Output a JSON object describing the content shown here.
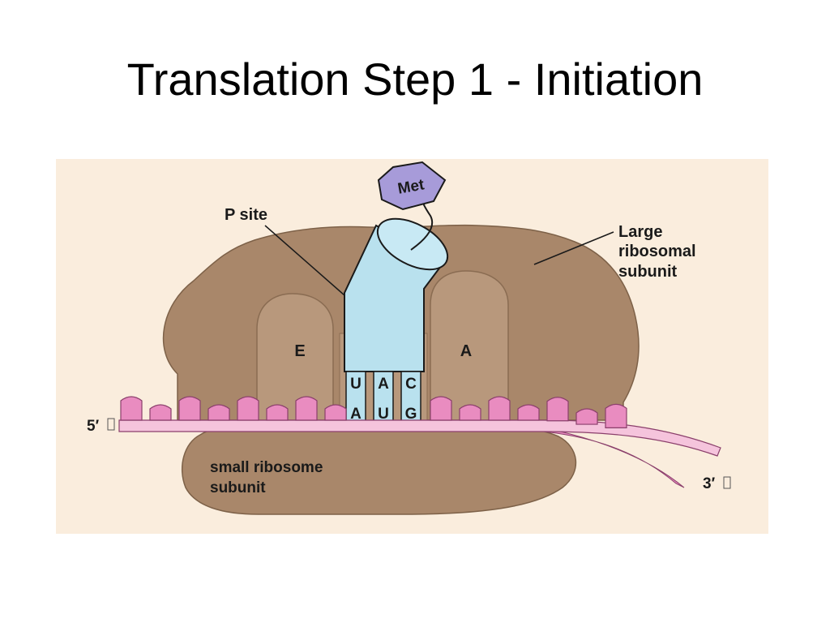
{
  "title": "Translation Step 1 - Initiation",
  "diagram": {
    "labels": {
      "met": "Met",
      "p_site": "P site",
      "large_subunit": [
        "Large",
        "ribosomal",
        "subunit"
      ],
      "small_subunit": [
        "small ribosome",
        "subunit"
      ],
      "e_site": "E",
      "a_site": "A",
      "five_prime": "5′",
      "three_prime": "3′"
    },
    "anticodon": [
      "U",
      "A",
      "C"
    ],
    "codon": [
      "A",
      "U",
      "G"
    ],
    "colors": {
      "background": "#faeddd",
      "ribosome": "#a9876a",
      "ribosome_outline": "#7d6148",
      "ribosome_groove": "#b8987c",
      "trna": "#b9e1ee",
      "trna_outline": "#1a1a1a",
      "mrna": "#e98cc0",
      "mrna_outline": "#8a3f6b",
      "met": "#a79bd9"
    }
  }
}
